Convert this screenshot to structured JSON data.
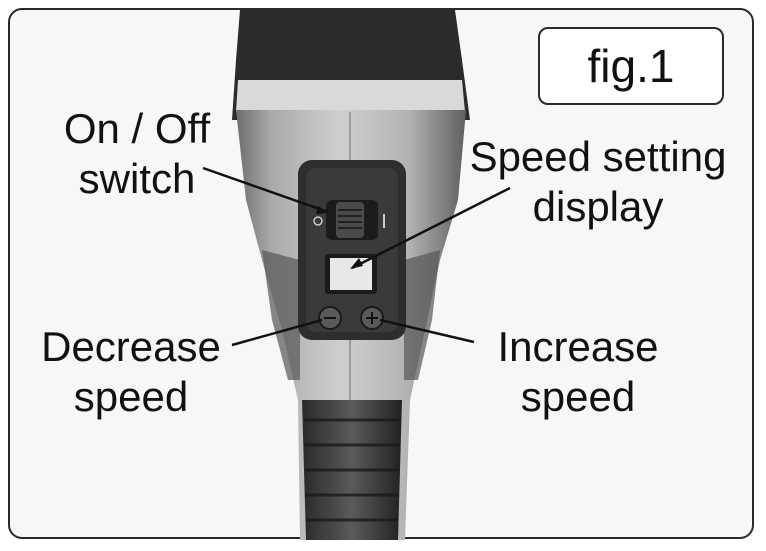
{
  "figure": {
    "label": "fig.1"
  },
  "callouts": {
    "on_off": {
      "line1": "On / Off",
      "line2": "switch"
    },
    "speed_display": {
      "line1": "Speed setting",
      "line2": "display"
    },
    "decrease": {
      "line1": "Decrease",
      "line2": "speed"
    },
    "increase": {
      "line1": "Increase",
      "line2": "speed"
    }
  },
  "icons": [
    "switch-icon",
    "display-icon",
    "minus-icon",
    "plus-icon"
  ]
}
